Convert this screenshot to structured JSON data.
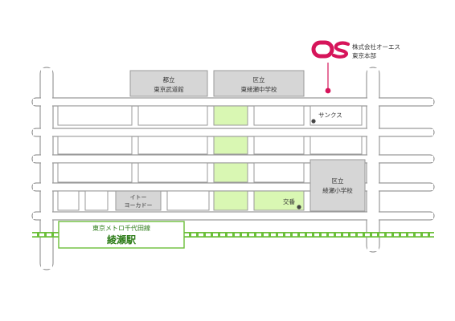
{
  "company": {
    "logo_text": "OS",
    "name": "株式会社オーエス",
    "office": "東京本部",
    "brand_color": "#d6145a"
  },
  "buildings": {
    "budokan_line1": "都立",
    "budokan_line2": "東京武道館",
    "ayase_jhs_line1": "区立",
    "ayase_jhs_line2": "東綾瀬中学校",
    "ayase_es_line1": "区立",
    "ayase_es_line2": "綾瀬小学校",
    "itoyokado_line1": "イトー",
    "itoyokado_line2": "ヨーカドー"
  },
  "pois": {
    "sunkus": "サンクス",
    "koban": "交番"
  },
  "station": {
    "line_name": "東京メトロ千代田線",
    "name": "綾瀬駅",
    "line_color": "#6cbf3a"
  },
  "colors": {
    "road_stroke": "#9a9a9a",
    "park_fill": "#d9f7b3",
    "building_fill": "#d6d6d6"
  }
}
